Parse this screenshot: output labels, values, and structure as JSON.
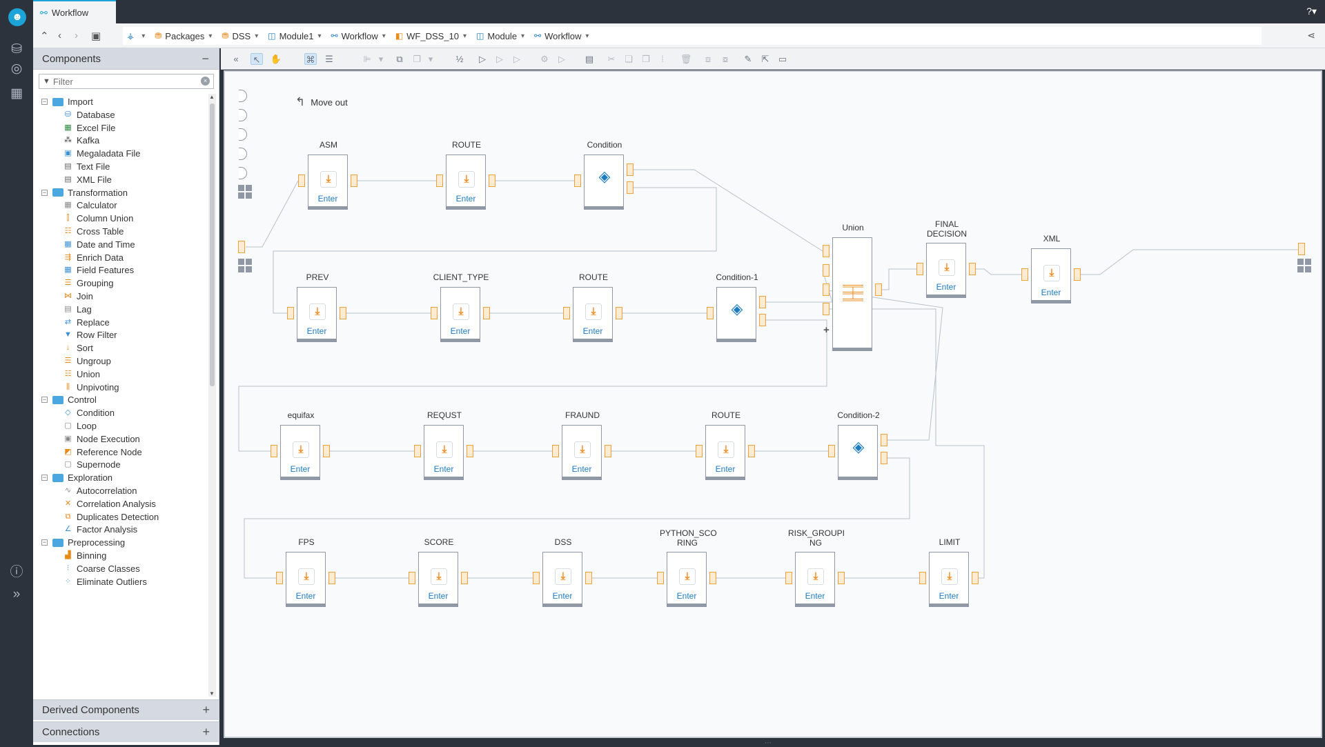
{
  "window": {
    "tab_title": "Workflow"
  },
  "breadcrumbs": [
    {
      "label": ""
    },
    {
      "label": "Packages"
    },
    {
      "label": "DSS"
    },
    {
      "label": "Module1"
    },
    {
      "label": "Workflow"
    },
    {
      "label": "WF_DSS_10"
    },
    {
      "label": "Module"
    },
    {
      "label": "Workflow"
    }
  ],
  "panels": {
    "components": "Components",
    "derived": "Derived Components",
    "connections": "Connections"
  },
  "filter": {
    "placeholder": "Filter"
  },
  "tree": [
    {
      "label": "Import",
      "group": true,
      "icon": "folder-icon"
    },
    {
      "label": "Database",
      "icon": "database-icon",
      "color": "#3b8fd6"
    },
    {
      "label": "Excel File",
      "icon": "excel-icon",
      "color": "#2c8a3f"
    },
    {
      "label": "Kafka",
      "icon": "kafka-icon",
      "color": "#333333"
    },
    {
      "label": "Megaladata File",
      "icon": "file-icon",
      "color": "#3b8fd6"
    },
    {
      "label": "Text File",
      "icon": "text-file-icon",
      "color": "#666666"
    },
    {
      "label": "XML File",
      "icon": "xml-file-icon",
      "color": "#666666"
    },
    {
      "label": "Transformation",
      "group": true,
      "icon": "folder-icon"
    },
    {
      "label": "Calculator",
      "icon": "calculator-icon",
      "color": "#888888"
    },
    {
      "label": "Column Union",
      "icon": "column-union-icon",
      "color": "#e98a19"
    },
    {
      "label": "Cross Table",
      "icon": "cross-table-icon",
      "color": "#e98a19"
    },
    {
      "label": "Date and Time",
      "icon": "calendar-icon",
      "color": "#3b8fd6"
    },
    {
      "label": "Enrich Data",
      "icon": "enrich-icon",
      "color": "#e98a19"
    },
    {
      "label": "Field Features",
      "icon": "field-features-icon",
      "color": "#3b8fd6"
    },
    {
      "label": "Grouping",
      "icon": "grouping-icon",
      "color": "#e98a19"
    },
    {
      "label": "Join",
      "icon": "join-icon",
      "color": "#e98a19"
    },
    {
      "label": "Lag",
      "icon": "lag-icon",
      "color": "#888888"
    },
    {
      "label": "Replace",
      "icon": "replace-icon",
      "color": "#3b8fd6"
    },
    {
      "label": "Row Filter",
      "icon": "filter-icon",
      "color": "#3b8fd6"
    },
    {
      "label": "Sort",
      "icon": "sort-icon",
      "color": "#e98a19"
    },
    {
      "label": "Ungroup",
      "icon": "ungroup-icon",
      "color": "#e98a19"
    },
    {
      "label": "Union",
      "icon": "union-icon",
      "color": "#e98a19"
    },
    {
      "label": "Unpivoting",
      "icon": "unpivot-icon",
      "color": "#e98a19"
    },
    {
      "label": "Control",
      "group": true,
      "icon": "folder-icon"
    },
    {
      "label": "Condition",
      "icon": "condition-icon",
      "color": "#3b8fd6"
    },
    {
      "label": "Loop",
      "icon": "loop-icon",
      "color": "#888888"
    },
    {
      "label": "Node Execution",
      "icon": "node-execution-icon",
      "color": "#888888"
    },
    {
      "label": "Reference Node",
      "icon": "reference-node-icon",
      "color": "#e98a19"
    },
    {
      "label": "Supernode",
      "icon": "supernode-icon",
      "color": "#888888"
    },
    {
      "label": "Exploration",
      "group": true,
      "icon": "folder-icon"
    },
    {
      "label": "Autocorrelation",
      "icon": "autocorrelation-icon",
      "color": "#888888"
    },
    {
      "label": "Correlation Analysis",
      "icon": "correlation-icon",
      "color": "#e98a19"
    },
    {
      "label": "Duplicates Detection",
      "icon": "duplicates-icon",
      "color": "#e98a19"
    },
    {
      "label": "Factor Analysis",
      "icon": "factor-icon",
      "color": "#3b8fd6"
    },
    {
      "label": "Preprocessing",
      "group": true,
      "icon": "folder-icon"
    },
    {
      "label": "Binning",
      "icon": "binning-icon",
      "color": "#e98a19"
    },
    {
      "label": "Coarse Classes",
      "icon": "coarse-classes-icon",
      "color": "#3b8fd6"
    },
    {
      "label": "Eliminate Outliers",
      "icon": "outliers-icon",
      "color": "#3b8fd6"
    }
  ],
  "canvas": {
    "move_out": "Move out",
    "enter_label": "Enter",
    "nodes": [
      {
        "id": "asm",
        "title": "ASM",
        "type": "process"
      },
      {
        "id": "route1",
        "title": "ROUTE",
        "type": "process"
      },
      {
        "id": "cond",
        "title": "Condition",
        "type": "condition"
      },
      {
        "id": "prev",
        "title": "PREV",
        "type": "process"
      },
      {
        "id": "client",
        "title": "CLIENT_TYPE",
        "type": "process"
      },
      {
        "id": "route2",
        "title": "ROUTE",
        "type": "process"
      },
      {
        "id": "cond1",
        "title": "Condition-1",
        "type": "condition"
      },
      {
        "id": "equifax",
        "title": "equifax",
        "type": "process"
      },
      {
        "id": "requst",
        "title": "REQUST",
        "type": "process"
      },
      {
        "id": "fraund",
        "title": "FRAUND",
        "type": "process"
      },
      {
        "id": "route3",
        "title": "ROUTE",
        "type": "process"
      },
      {
        "id": "cond2",
        "title": "Condition-2",
        "type": "condition"
      },
      {
        "id": "fps",
        "title": "FPS",
        "type": "process"
      },
      {
        "id": "score",
        "title": "SCORE",
        "type": "process"
      },
      {
        "id": "dss",
        "title": "DSS",
        "type": "process"
      },
      {
        "id": "python",
        "title": "PYTHON_SCO RING",
        "type": "process"
      },
      {
        "id": "risk",
        "title": "RISK_GROUPI NG",
        "type": "process"
      },
      {
        "id": "limit",
        "title": "LIMIT",
        "type": "process"
      },
      {
        "id": "union",
        "title": "Union",
        "type": "union"
      },
      {
        "id": "final",
        "title": "FINAL DECISION",
        "type": "process"
      },
      {
        "id": "xml",
        "title": "XML",
        "type": "process"
      }
    ]
  },
  "colors": {
    "accent": "#1ca4d8",
    "port": "#f2a03a",
    "link": "#1c7bc1",
    "node_icon": "#f08c1a"
  }
}
